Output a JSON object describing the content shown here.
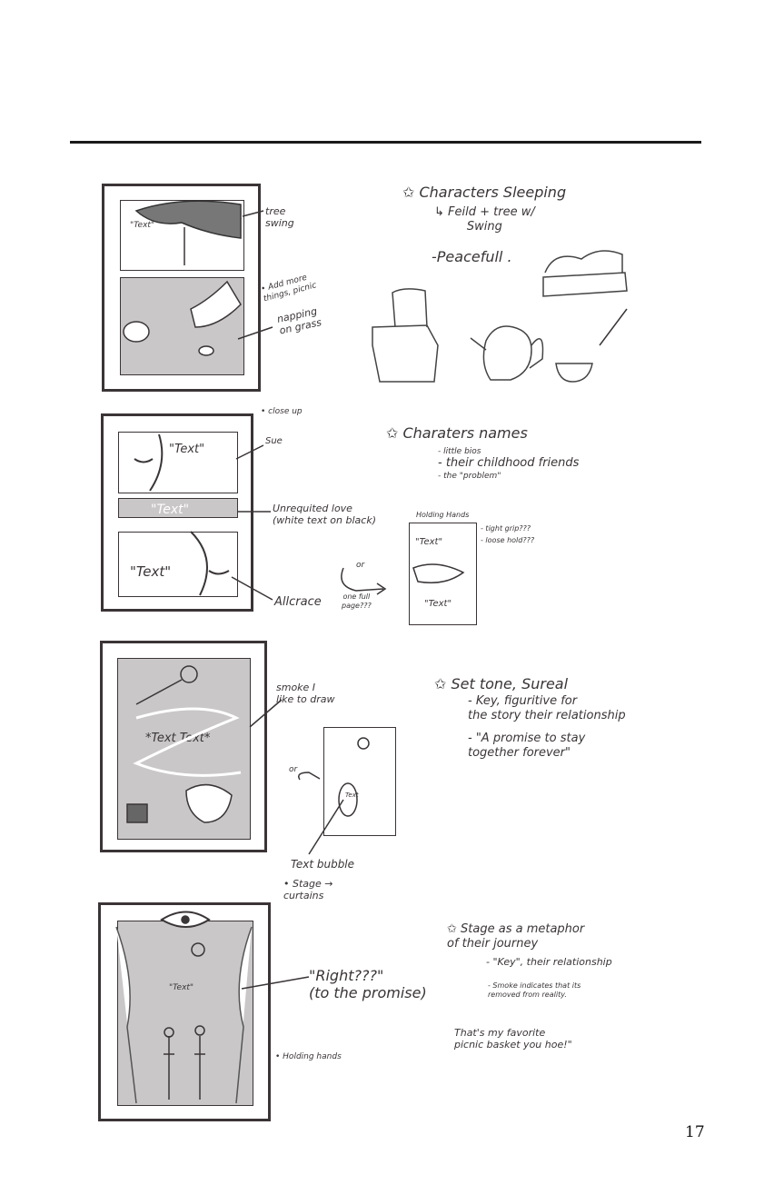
{
  "page_number": "17",
  "panels": [
    {
      "panel_text": "\"Text\"",
      "labels": [
        "tree\nswing",
        "• Add more\nthings, picnic",
        "napping\non grass"
      ],
      "notes": [
        "✩ Characters Sleeping",
        "↳ Feild + tree w/\nSwing",
        "-Peacefull ."
      ]
    },
    {
      "panel_texts": [
        "\"Text\"",
        "\"Text\"",
        "\"Text\""
      ],
      "labels": [
        "• close up",
        "Sue",
        "Unrequited love\n(white text on black)",
        "Allcrace",
        "or",
        "one full\npage???"
      ],
      "notes": [
        "✩ Charaters names",
        "- little bios",
        "- their childhood friends",
        "- the \"problem\""
      ],
      "side_sketch": {
        "title": "Holding Hands",
        "texts": [
          "\"Text\"",
          "\"Text\""
        ],
        "options": [
          "- tight grip???",
          "- loose hold???"
        ]
      }
    },
    {
      "panel_text": "*Text Text*",
      "labels": [
        "smoke I\nlike to draw",
        "or",
        "Text bubble",
        "• Stage →\ncurtains"
      ],
      "side_sketch_text": "Text",
      "notes": [
        "✩ Set tone, Sureal",
        "- Key, figuritive for\nthe story their relationship",
        "- \"A promise to stay\ntogether forever\""
      ]
    },
    {
      "panel_text": "\"Text\"",
      "labels": [
        "\"Right???\"\n(to the promise)",
        "• Holding hands"
      ],
      "notes": [
        "✩ Stage as a metaphor\nof their journey",
        "- \"Key\", their relationship",
        "- Smoke indicates that its\nremoved from reality.",
        "That's my favorite\npicnic basket you hoe!\""
      ]
    }
  ]
}
